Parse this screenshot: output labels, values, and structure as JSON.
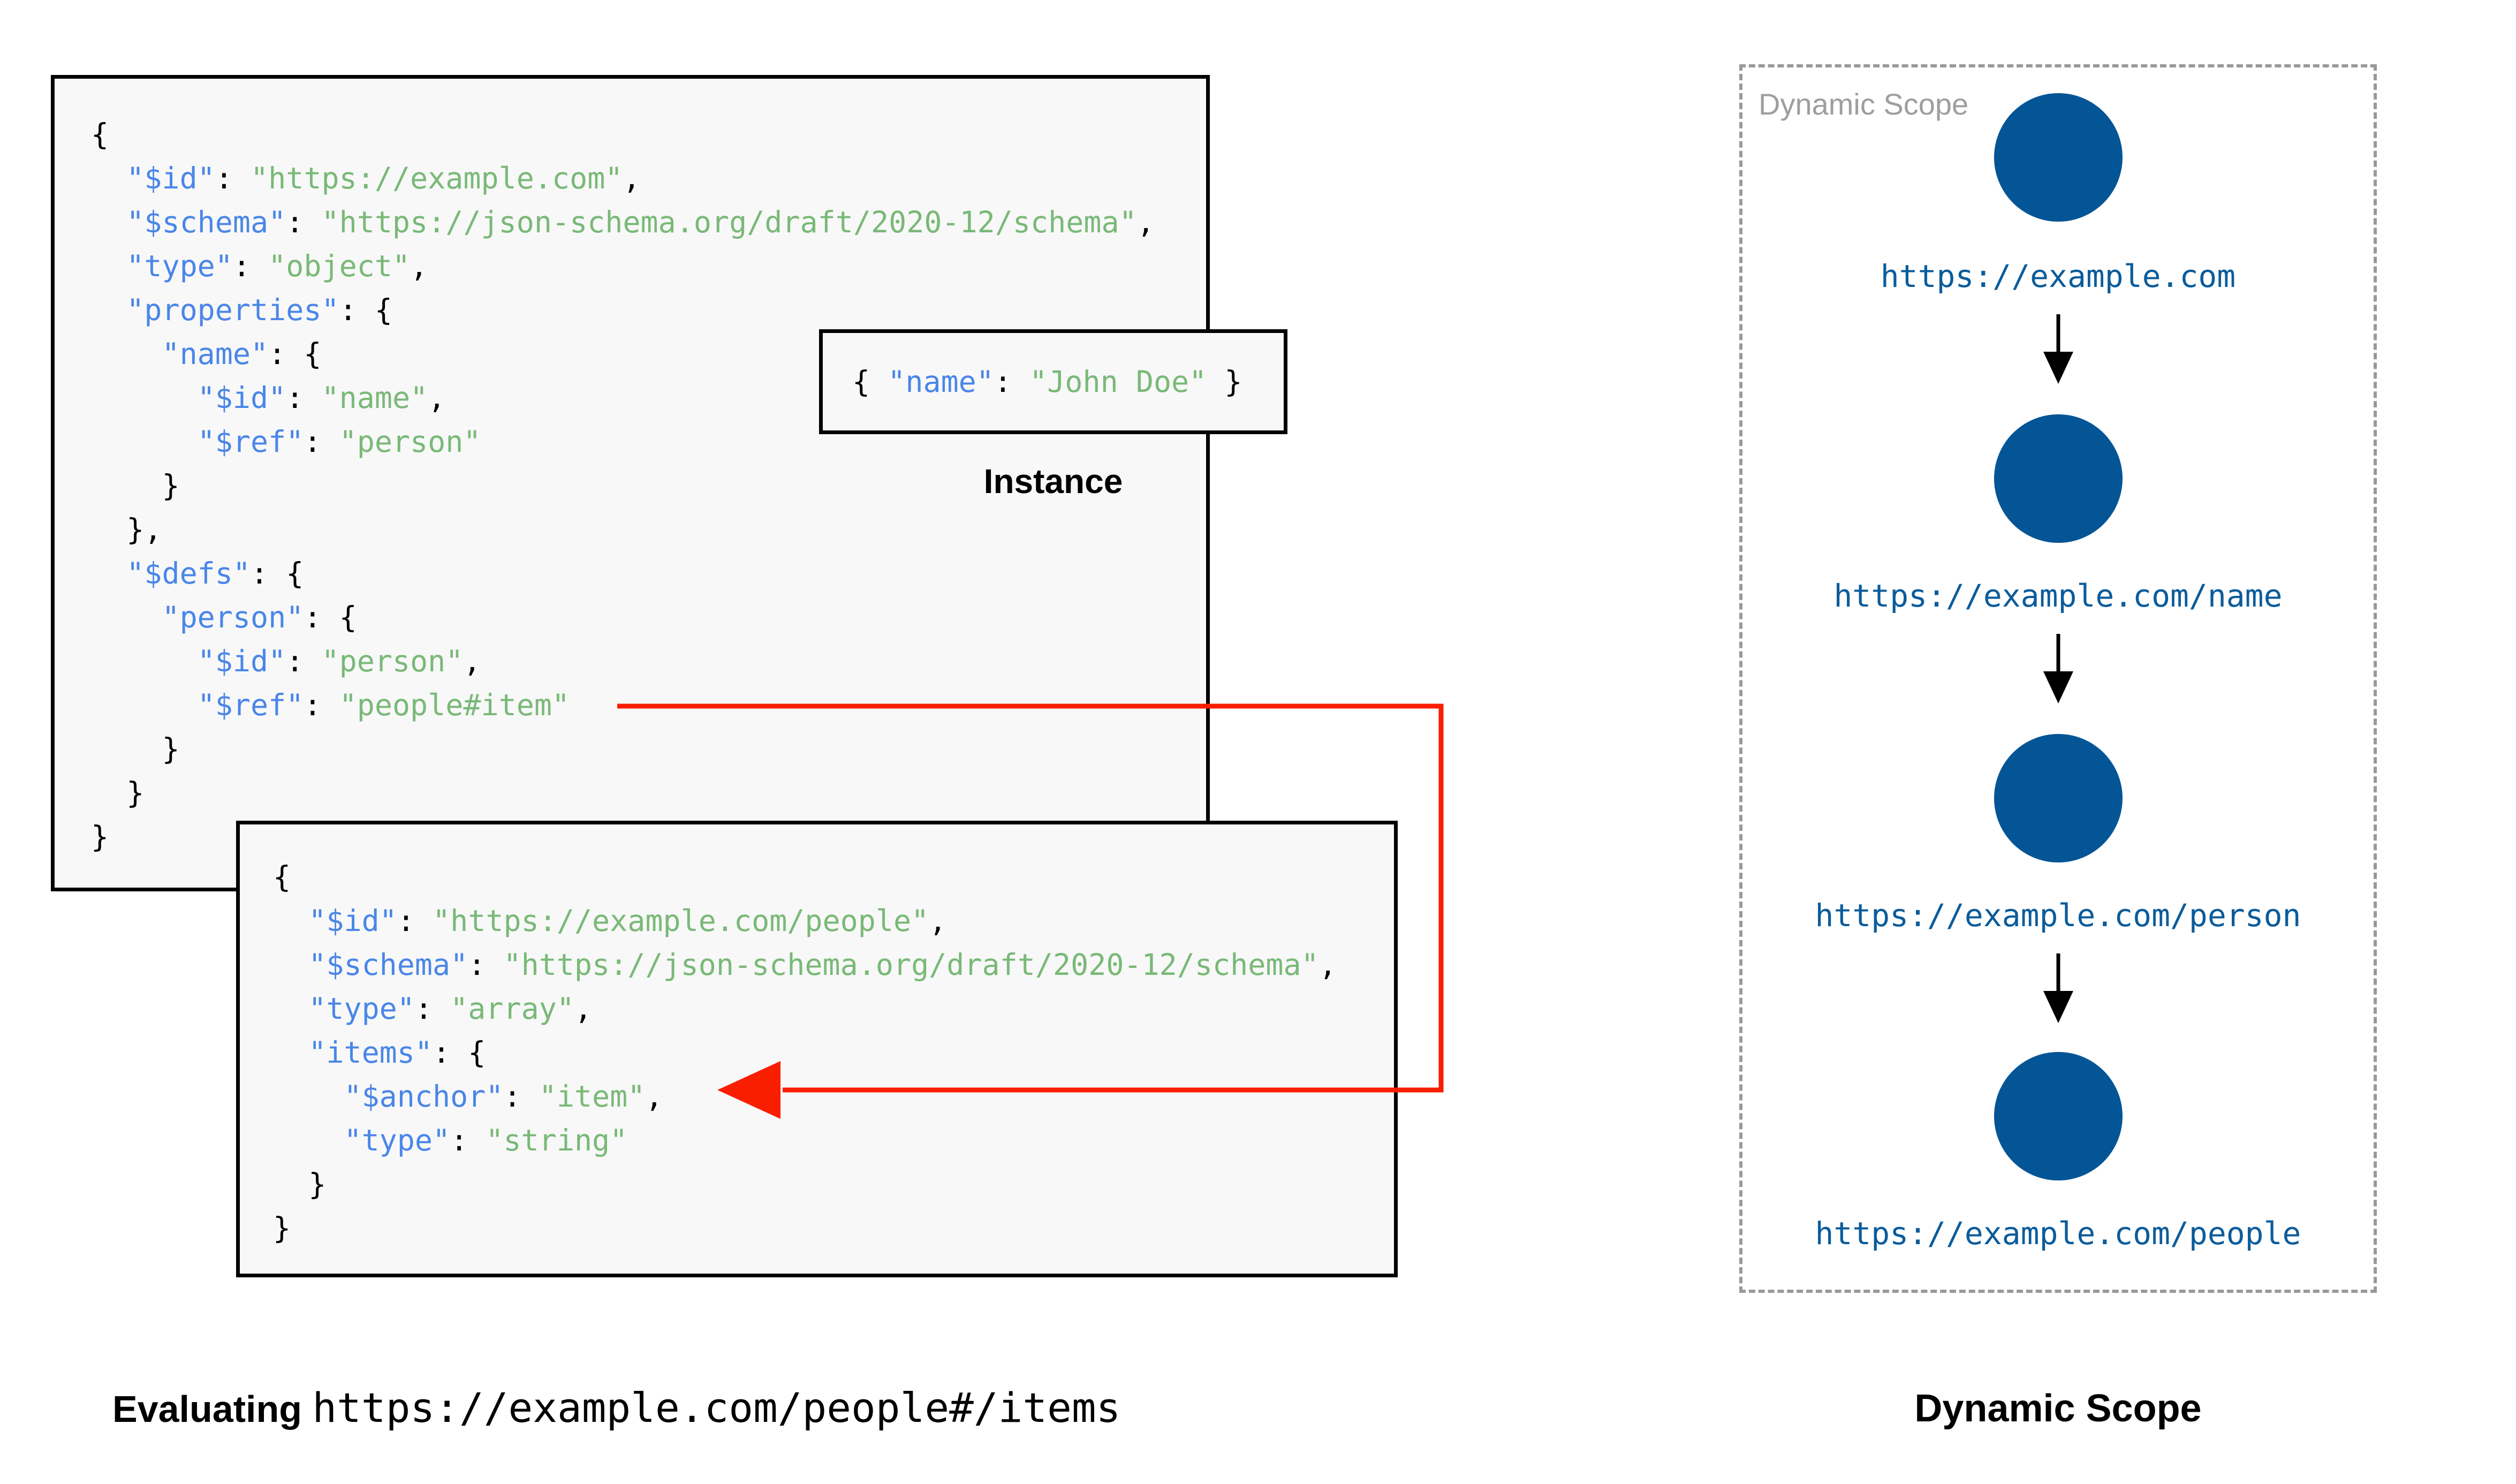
{
  "colors": {
    "key": "#4a86e8",
    "string": "#79b977",
    "punctuation": "#000000",
    "circle": "#045596",
    "url_text": "#0b5c9b",
    "red_arrow": "#fa1e00",
    "box_background": "#f8f8f8",
    "dashed_border": "#999999",
    "muted_label": "#9e9e9e"
  },
  "schema_box": {
    "lines": [
      [
        [
          "p",
          "{"
        ]
      ],
      [
        [
          "p",
          "  "
        ],
        [
          "k",
          "\"$id\""
        ],
        [
          "p",
          ": "
        ],
        [
          "s",
          "\"https://example.com\""
        ],
        [
          "p",
          ","
        ]
      ],
      [
        [
          "p",
          "  "
        ],
        [
          "k",
          "\"$schema\""
        ],
        [
          "p",
          ": "
        ],
        [
          "s",
          "\"https://json-schema.org/draft/2020-12/schema\""
        ],
        [
          "p",
          ","
        ]
      ],
      [
        [
          "p",
          "  "
        ],
        [
          "k",
          "\"type\""
        ],
        [
          "p",
          ": "
        ],
        [
          "s",
          "\"object\""
        ],
        [
          "p",
          ","
        ]
      ],
      [
        [
          "p",
          "  "
        ],
        [
          "k",
          "\"properties\""
        ],
        [
          "p",
          ": {"
        ]
      ],
      [
        [
          "p",
          "    "
        ],
        [
          "k",
          "\"name\""
        ],
        [
          "p",
          ": {"
        ]
      ],
      [
        [
          "p",
          "      "
        ],
        [
          "k",
          "\"$id\""
        ],
        [
          "p",
          ": "
        ],
        [
          "s",
          "\"name\""
        ],
        [
          "p",
          ","
        ]
      ],
      [
        [
          "p",
          "      "
        ],
        [
          "k",
          "\"$ref\""
        ],
        [
          "p",
          ": "
        ],
        [
          "s",
          "\"person\""
        ]
      ],
      [
        [
          "p",
          "    }"
        ]
      ],
      [
        [
          "p",
          "  },"
        ]
      ],
      [
        [
          "p",
          "  "
        ],
        [
          "k",
          "\"$defs\""
        ],
        [
          "p",
          ": {"
        ]
      ],
      [
        [
          "p",
          "    "
        ],
        [
          "k",
          "\"person\""
        ],
        [
          "p",
          ": {"
        ]
      ],
      [
        [
          "p",
          "      "
        ],
        [
          "k",
          "\"$id\""
        ],
        [
          "p",
          ": "
        ],
        [
          "s",
          "\"person\""
        ],
        [
          "p",
          ","
        ]
      ],
      [
        [
          "p",
          "      "
        ],
        [
          "k",
          "\"$ref\""
        ],
        [
          "p",
          ": "
        ],
        [
          "s",
          "\"people#item\""
        ]
      ],
      [
        [
          "p",
          "    }"
        ]
      ],
      [
        [
          "p",
          "  }"
        ]
      ],
      [
        [
          "p",
          "}"
        ]
      ]
    ]
  },
  "people_box": {
    "lines": [
      [
        [
          "p",
          "{"
        ]
      ],
      [
        [
          "p",
          "  "
        ],
        [
          "k",
          "\"$id\""
        ],
        [
          "p",
          ": "
        ],
        [
          "s",
          "\"https://example.com/people\""
        ],
        [
          "p",
          ","
        ]
      ],
      [
        [
          "p",
          "  "
        ],
        [
          "k",
          "\"$schema\""
        ],
        [
          "p",
          ": "
        ],
        [
          "s",
          "\"https://json-schema.org/draft/2020-12/schema\""
        ],
        [
          "p",
          ","
        ]
      ],
      [
        [
          "p",
          "  "
        ],
        [
          "k",
          "\"type\""
        ],
        [
          "p",
          ": "
        ],
        [
          "s",
          "\"array\""
        ],
        [
          "p",
          ","
        ]
      ],
      [
        [
          "p",
          "  "
        ],
        [
          "k",
          "\"items\""
        ],
        [
          "p",
          ": {"
        ]
      ],
      [
        [
          "p",
          "    "
        ],
        [
          "k",
          "\"$anchor\""
        ],
        [
          "p",
          ": "
        ],
        [
          "s",
          "\"item\""
        ],
        [
          "p",
          ","
        ]
      ],
      [
        [
          "p",
          "    "
        ],
        [
          "k",
          "\"type\""
        ],
        [
          "p",
          ": "
        ],
        [
          "s",
          "\"string\""
        ]
      ],
      [
        [
          "p",
          "  }"
        ]
      ],
      [
        [
          "p",
          "}"
        ]
      ]
    ]
  },
  "instance_box": {
    "label": "Instance",
    "segments": [
      [
        "p",
        "{ "
      ],
      [
        "k",
        "\"name\""
      ],
      [
        "p",
        ": "
      ],
      [
        "s",
        "\"John Doe\""
      ],
      [
        "p",
        " }"
      ]
    ]
  },
  "dynamic_scope_panel": {
    "title": "Dynamic Scope",
    "nodes": [
      {
        "url": "https://example.com"
      },
      {
        "url": "https://example.com/name"
      },
      {
        "url": "https://example.com/person"
      },
      {
        "url": "https://example.com/people"
      }
    ]
  },
  "captions": {
    "left_bold": "Evaluating",
    "left_code": "https://example.com/people#/items",
    "right": "Dynamic Scope"
  }
}
